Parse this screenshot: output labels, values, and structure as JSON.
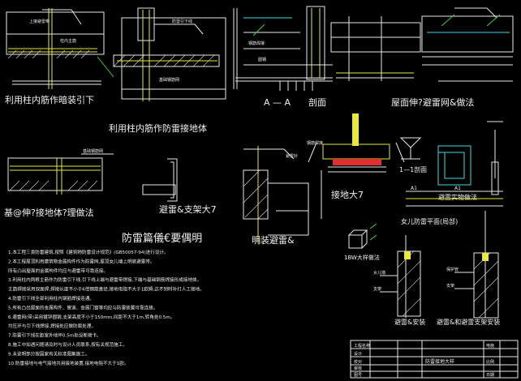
{
  "drawing": {
    "titles": {
      "column_rebar_downlead": "利用柱内筋作暗装引下",
      "column_rebar_lightning_body": "利用柱内筋作防雷接地体",
      "section_aa_letter": "A — A",
      "section_aa_word": "剖面",
      "roof_mesh": "屋面伸?避雷网&做法",
      "foundation_ground": "基@伸?接地体?理做法",
      "support_bracket": "避雷&支架大7",
      "node_detail": "接地大7",
      "section_1_1": "1—1剖面",
      "lightning_mount": "避雷实物做法",
      "exposed_rod": "明装避雷&",
      "parapet_plan": "女儿防雷平面(局部)",
      "box_detail": "1BW大样做法",
      "rod_install": "避雷&安装",
      "rod_support_install": "避雷&和避雷支架安装"
    },
    "notes": {
      "heading": "防雷篇儀€要偶明",
      "items": [
        "1.本工程三类防雷建筑,按照《建筑物防雷设计规范》(GB50057-94)进行设计。",
        "2.本工程屋顶利用建筑物金属构件作为防雷网,屋顶女儿墙上明装避雷带。",
        "   所有凸出屋面的金属构件均应与避雷带可靠连接。",
        "3.利用柱内两根主筋作为防雷引下线,引下线上端与避雷带焊接,下端与基础钢筋焊接形成接地体。",
        "   主筋焊接采用双面焊,焊接长度不小于6倍钢筋直径,接地电阻不大于1欧姆,达不到时补打人工接地。",
        "4.防雷引下线全部利用柱内钢筋焊接连通。",
        "5.所有凸出屋面的金属构件、管道、金属门窗等均应与防雷装置可靠连接。",
        "6.避雷网(带)采用镀锌圆钢,支架高度不小于150mm,间距不大于1m,转角处0.5m。",
        "   均压环与引下线焊接,焊接处应做防腐处理。",
        "7.防雷引下线在距室外地坪0.5m处设断接卡。",
        "8.施工中如遇问题请及时与设计人员联系,按有关规范施工。",
        "9.未说明部分按国家有关标准图集施工。",
        "10.防雷接地与电气接地共用接地装置,接地电阻不大于1欧。"
      ]
    },
    "labels": {
      "l1": "上接避雷带",
      "l2": "柱内主筋",
      "l3": "防雷引下线",
      "l4": "基础钢筋网",
      "l5": "钢筋焊接",
      "l6": "圆钢",
      "l7": "A1",
      "l8": "A1",
      "l9": "女儿墙",
      "l10": "支架",
      "l11": "保护管",
      "l12": "避雷针"
    },
    "title_block": {
      "row1": "工程名称",
      "row2": "设计",
      "row3": "校对",
      "row4": "审核",
      "row5": "图号",
      "drawing_name": "防雷接地大样",
      "sheet_label": "电施",
      "scale_label": "比例",
      "date_label": "日期"
    }
  }
}
